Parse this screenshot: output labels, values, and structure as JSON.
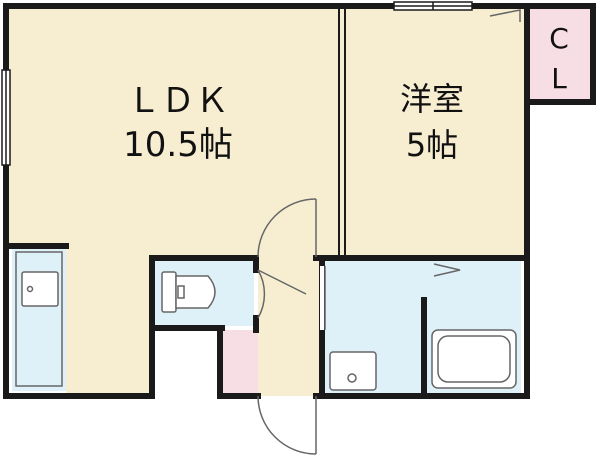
{
  "rooms": {
    "ldk": {
      "name": "ＬＤＫ",
      "size": "10.5帖"
    },
    "western": {
      "name": "洋室",
      "size": "5帖"
    },
    "closet": {
      "line1": "C",
      "line2": "L"
    }
  },
  "colors": {
    "room_fill": "#f7eed2",
    "wet_fill": "#def0f8",
    "closet_fill": "#f7dde4",
    "wall": "#1a1a1a",
    "fixture_stroke": "#666666"
  }
}
